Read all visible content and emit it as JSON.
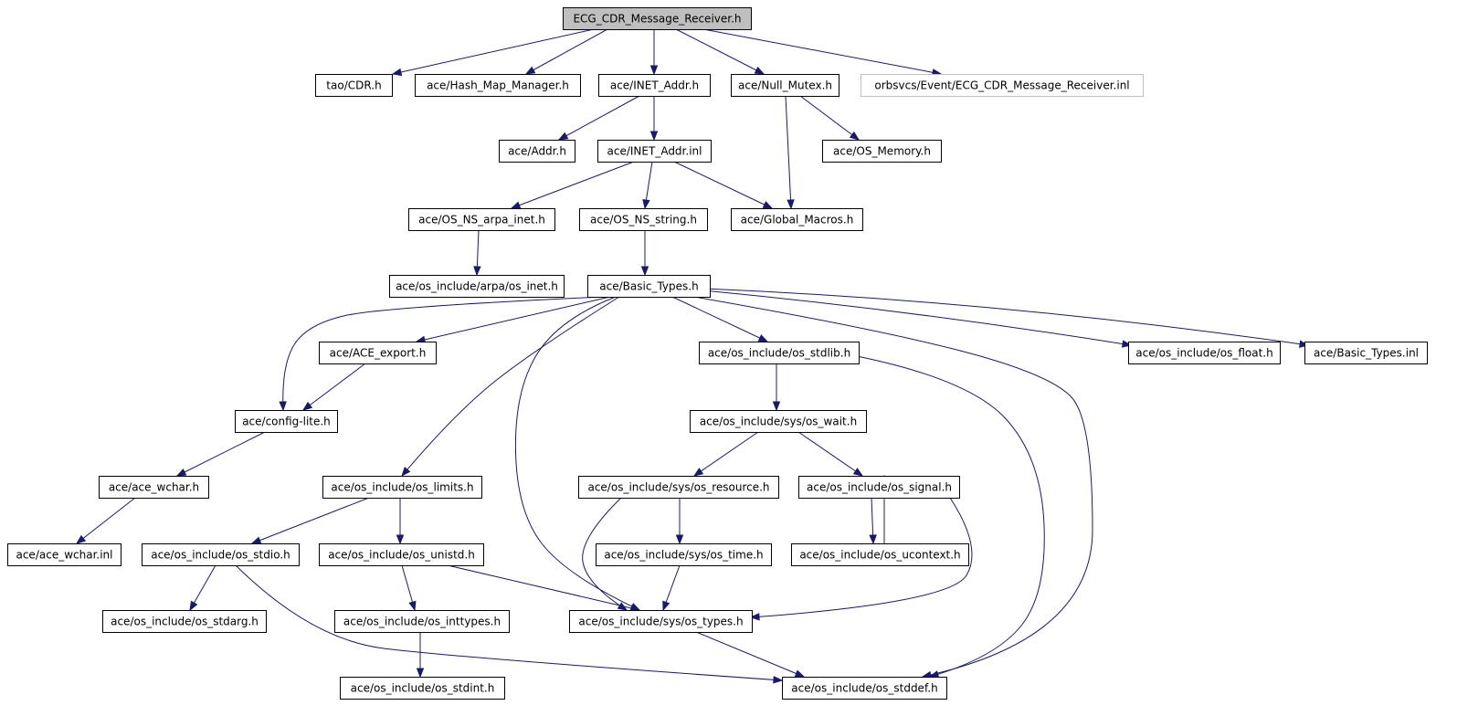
{
  "graph": {
    "nodes": [
      {
        "id": "root",
        "label": "ECG_CDR_Message_Receiver.h"
      },
      {
        "id": "tao_cdr",
        "label": "tao/CDR.h"
      },
      {
        "id": "hash_map",
        "label": "ace/Hash_Map_Manager.h"
      },
      {
        "id": "inet_addr_h",
        "label": "ace/INET_Addr.h"
      },
      {
        "id": "null_mutex",
        "label": "ace/Null_Mutex.h"
      },
      {
        "id": "ecg_inl",
        "label": "orbsvcs/Event/ECG_CDR_Message_Receiver.inl"
      },
      {
        "id": "addr_h",
        "label": "ace/Addr.h"
      },
      {
        "id": "inet_addr_inl",
        "label": "ace/INET_Addr.inl"
      },
      {
        "id": "os_memory",
        "label": "ace/OS_Memory.h"
      },
      {
        "id": "os_ns_arpa",
        "label": "ace/OS_NS_arpa_inet.h"
      },
      {
        "id": "os_ns_string",
        "label": "ace/OS_NS_string.h"
      },
      {
        "id": "global_macros",
        "label": "ace/Global_Macros.h"
      },
      {
        "id": "arpa_os_inet",
        "label": "ace/os_include/arpa/os_inet.h"
      },
      {
        "id": "basic_types",
        "label": "ace/Basic_Types.h"
      },
      {
        "id": "ace_export",
        "label": "ace/ACE_export.h"
      },
      {
        "id": "os_stdlib",
        "label": "ace/os_include/os_stdlib.h"
      },
      {
        "id": "os_float",
        "label": "ace/os_include/os_float.h"
      },
      {
        "id": "basic_types_inl",
        "label": "ace/Basic_Types.inl"
      },
      {
        "id": "config_lite",
        "label": "ace/config-lite.h"
      },
      {
        "id": "sys_os_wait",
        "label": "ace/os_include/sys/os_wait.h"
      },
      {
        "id": "ace_wchar_h",
        "label": "ace/ace_wchar.h"
      },
      {
        "id": "os_limits",
        "label": "ace/os_include/os_limits.h"
      },
      {
        "id": "sys_os_resource",
        "label": "ace/os_include/sys/os_resource.h"
      },
      {
        "id": "os_signal",
        "label": "ace/os_include/os_signal.h"
      },
      {
        "id": "ace_wchar_inl",
        "label": "ace/ace_wchar.inl"
      },
      {
        "id": "os_stdio",
        "label": "ace/os_include/os_stdio.h"
      },
      {
        "id": "os_unistd",
        "label": "ace/os_include/os_unistd.h"
      },
      {
        "id": "sys_os_time",
        "label": "ace/os_include/sys/os_time.h"
      },
      {
        "id": "os_ucontext",
        "label": "ace/os_include/os_ucontext.h"
      },
      {
        "id": "os_stdarg",
        "label": "ace/os_include/os_stdarg.h"
      },
      {
        "id": "os_inttypes",
        "label": "ace/os_include/os_inttypes.h"
      },
      {
        "id": "sys_os_types",
        "label": "ace/os_include/sys/os_types.h"
      },
      {
        "id": "os_stdint",
        "label": "ace/os_include/os_stdint.h"
      },
      {
        "id": "os_stddef",
        "label": "ace/os_include/os_stddef.h"
      }
    ],
    "edges": [
      [
        "root",
        "tao_cdr"
      ],
      [
        "root",
        "hash_map"
      ],
      [
        "root",
        "inet_addr_h"
      ],
      [
        "root",
        "null_mutex"
      ],
      [
        "root",
        "ecg_inl"
      ],
      [
        "inet_addr_h",
        "addr_h"
      ],
      [
        "inet_addr_h",
        "inet_addr_inl"
      ],
      [
        "null_mutex",
        "global_macros"
      ],
      [
        "null_mutex",
        "os_memory"
      ],
      [
        "inet_addr_inl",
        "os_ns_arpa"
      ],
      [
        "inet_addr_inl",
        "os_ns_string"
      ],
      [
        "inet_addr_inl",
        "global_macros"
      ],
      [
        "os_ns_arpa",
        "arpa_os_inet"
      ],
      [
        "os_ns_string",
        "basic_types"
      ],
      [
        "basic_types",
        "config_lite"
      ],
      [
        "basic_types",
        "ace_export"
      ],
      [
        "basic_types",
        "os_limits"
      ],
      [
        "basic_types",
        "sys_os_types"
      ],
      [
        "basic_types",
        "os_stdlib"
      ],
      [
        "basic_types",
        "os_stddef"
      ],
      [
        "basic_types",
        "os_float"
      ],
      [
        "basic_types",
        "basic_types_inl"
      ],
      [
        "ace_export",
        "config_lite"
      ],
      [
        "config_lite",
        "ace_wchar_h"
      ],
      [
        "ace_wchar_h",
        "ace_wchar_inl"
      ],
      [
        "os_stdlib",
        "sys_os_wait"
      ],
      [
        "os_stdlib",
        "os_stddef"
      ],
      [
        "sys_os_wait",
        "sys_os_resource"
      ],
      [
        "sys_os_wait",
        "os_signal"
      ],
      [
        "os_limits",
        "os_stdio"
      ],
      [
        "os_limits",
        "os_unistd"
      ],
      [
        "sys_os_resource",
        "sys_os_time"
      ],
      [
        "sys_os_resource",
        "sys_os_types"
      ],
      [
        "os_signal",
        "os_ucontext"
      ],
      [
        "os_ucontext",
        "os_signal"
      ],
      [
        "os_signal",
        "sys_os_types"
      ],
      [
        "os_stdio",
        "os_stdarg"
      ],
      [
        "os_stdio",
        "os_stddef"
      ],
      [
        "os_unistd",
        "os_inttypes"
      ],
      [
        "os_unistd",
        "sys_os_types"
      ],
      [
        "sys_os_time",
        "sys_os_types"
      ],
      [
        "os_inttypes",
        "os_stdint"
      ],
      [
        "sys_os_types",
        "os_stddef"
      ]
    ]
  }
}
